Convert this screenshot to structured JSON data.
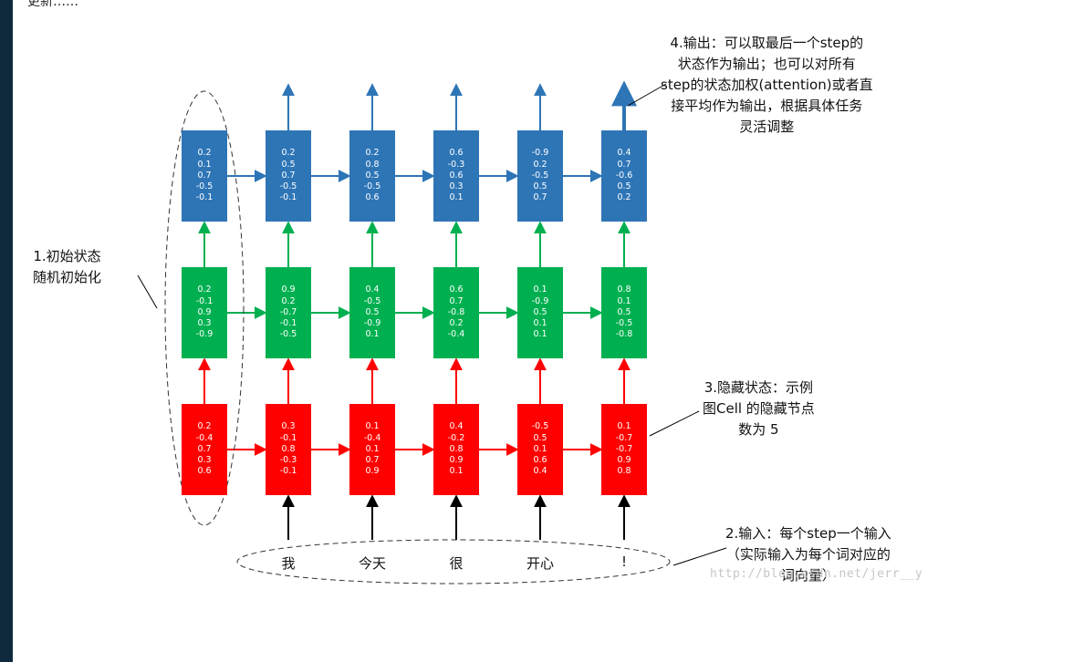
{
  "top_text": "更新……",
  "colors": {
    "blue": "#2E75B6",
    "green": "#00B050",
    "red": "#FF0000",
    "black": "#000000"
  },
  "layers": {
    "blue": [
      [
        "0.2",
        "0.1",
        "0.7",
        "-0.5",
        "-0.1"
      ],
      [
        "0.2",
        "0.5",
        "0.7",
        "-0.5",
        "-0.1"
      ],
      [
        "0.2",
        "0.8",
        "0.5",
        "-0.5",
        "0.6"
      ],
      [
        "0.6",
        "-0.3",
        "0.6",
        "0.3",
        "0.1"
      ],
      [
        "-0.9",
        "0.2",
        "-0.5",
        "0.5",
        "0.7"
      ],
      [
        "0.4",
        "0.7",
        "-0.6",
        "0.5",
        "0.2"
      ]
    ],
    "green": [
      [
        "0.2",
        "-0.1",
        "0.9",
        "0.3",
        "-0.9"
      ],
      [
        "0.9",
        "0.2",
        "-0.7",
        "-0.1",
        "-0.5"
      ],
      [
        "0.4",
        "-0.5",
        "0.5",
        "-0.9",
        "0.1"
      ],
      [
        "0.6",
        "0.7",
        "-0.8",
        "0.2",
        "-0.4"
      ],
      [
        "0.1",
        "-0.9",
        "0.5",
        "0.1",
        "0.1"
      ],
      [
        "0.8",
        "0.1",
        "0.5",
        "-0.5",
        "-0.8"
      ]
    ],
    "red": [
      [
        "0.2",
        "-0.4",
        "0.7",
        "0.3",
        "0.6"
      ],
      [
        "0.3",
        "-0.1",
        "0.8",
        "-0.3",
        "-0.1"
      ],
      [
        "0.1",
        "-0.4",
        "0.1",
        "0.7",
        "0.9"
      ],
      [
        "0.4",
        "-0.2",
        "0.8",
        "0.9",
        "0.1"
      ],
      [
        "-0.5",
        "0.5",
        "0.1",
        "0.6",
        "0.4"
      ],
      [
        "0.1",
        "-0.7",
        "-0.7",
        "0.9",
        "0.8"
      ]
    ]
  },
  "inputs": [
    "我",
    "今天",
    "很",
    "开心",
    "!"
  ],
  "annotations": {
    "init": [
      "1.初始状态",
      "随机初始化"
    ],
    "input": [
      "2.输入：每个step一个输入",
      "（实际输入为每个词对应的",
      "词向量）"
    ],
    "hidden": [
      "3.隐藏状态：示例",
      "图Cell 的隐藏节点",
      "数为 5"
    ],
    "output": [
      "4.输出：可以取最后一个step的",
      "状态作为输出；也可以对所有",
      "step的状态加权(attention)或者直",
      "接平均作为输出，根据具体任务",
      "灵活调整"
    ]
  },
  "watermark": "http://blog.csdn.net/jerr__y"
}
